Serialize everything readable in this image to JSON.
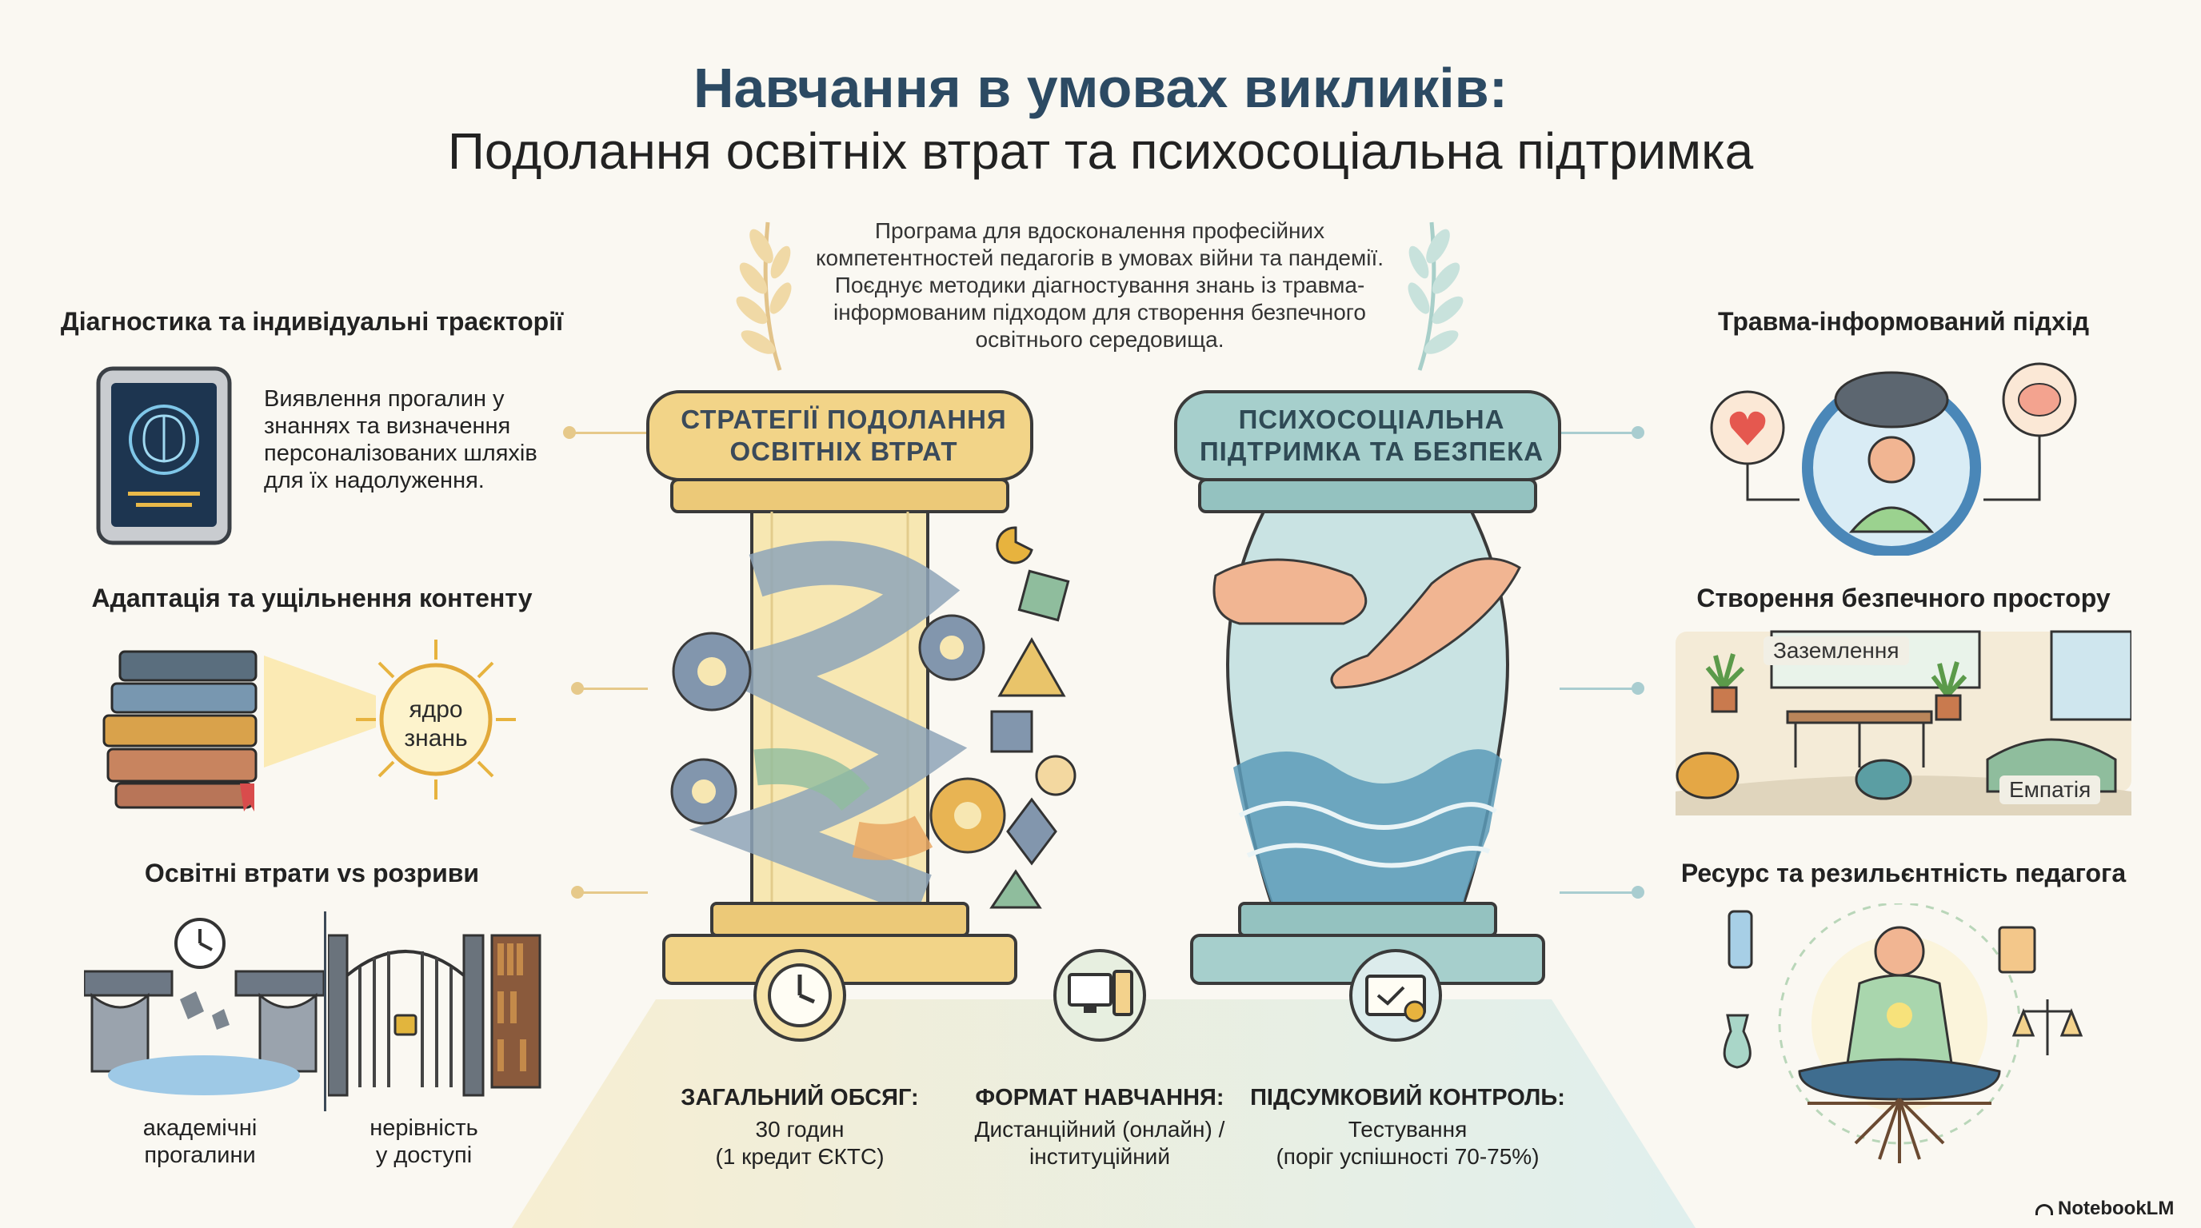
{
  "title": {
    "main": "Навчання в умовах викликів:",
    "sub": "Подолання освітніх втрат та психосоціальна підтримка"
  },
  "intro": "Програма для вдосконалення професійних компетентностей педагогів в умовах війни та пандемії. Поєднує методики діагностування знань із травма-інформованим підходом для створення безпечного освітнього середовища.",
  "left": {
    "diagnostics": {
      "title": "Діагностика та індивідуальні траєкторії",
      "text_lines": [
        "Виявлення прогалин у",
        "знаннях та визначення",
        "персоналізованих шляхів",
        "для їх надолуження."
      ]
    },
    "adaptation": {
      "title": "Адаптація та ущільнення контенту",
      "core_label_1": "ядро",
      "core_label_2": "знань"
    },
    "losses": {
      "title": "Освітні втрати vs розриви",
      "caption_left_1": "академічні",
      "caption_left_2": "прогалини",
      "caption_right_1": "нерівність",
      "caption_right_2": "у доступі"
    }
  },
  "pillars": {
    "left_cap_1": "СТРАТЕГІЇ ПОДОЛАННЯ",
    "left_cap_2": "ОСВІТНІХ ВТРАТ",
    "right_cap_1": "ПСИХОСОЦІАЛЬНА",
    "right_cap_2": "ПІДТРИМКА ТА БЕЗПЕКА"
  },
  "facts": [
    {
      "title": "ЗАГАЛЬНИЙ ОБСЯГ:",
      "line1": "30 годин",
      "line2": "(1 кредит ЄКТС)",
      "icon": "clock-icon"
    },
    {
      "title": "ФОРМАТ НАВЧАННЯ:",
      "line1": "Дистанційний (онлайн) /",
      "line2": "інституційний",
      "icon": "computer-icon"
    },
    {
      "title": "ПІДСУМКОВИЙ КОНТРОЛЬ:",
      "line1": "Тестування",
      "line2": "(поріг успішності 70-75%)",
      "icon": "certificate-icon"
    }
  ],
  "right": {
    "trauma": {
      "title": "Травма-інформований підхід"
    },
    "safe_space": {
      "title": "Створення безпечного простору",
      "label_grounding": "Заземлення",
      "label_empathy": "Емпатія"
    },
    "resilience": {
      "title": "Ресурс та резильєнтність педагога"
    }
  },
  "watermark": "NotebookLM",
  "colors": {
    "title": "#2c4a63",
    "gold": "#e9c46a",
    "teal": "#8fbfbf",
    "navy": "#3b5570"
  }
}
